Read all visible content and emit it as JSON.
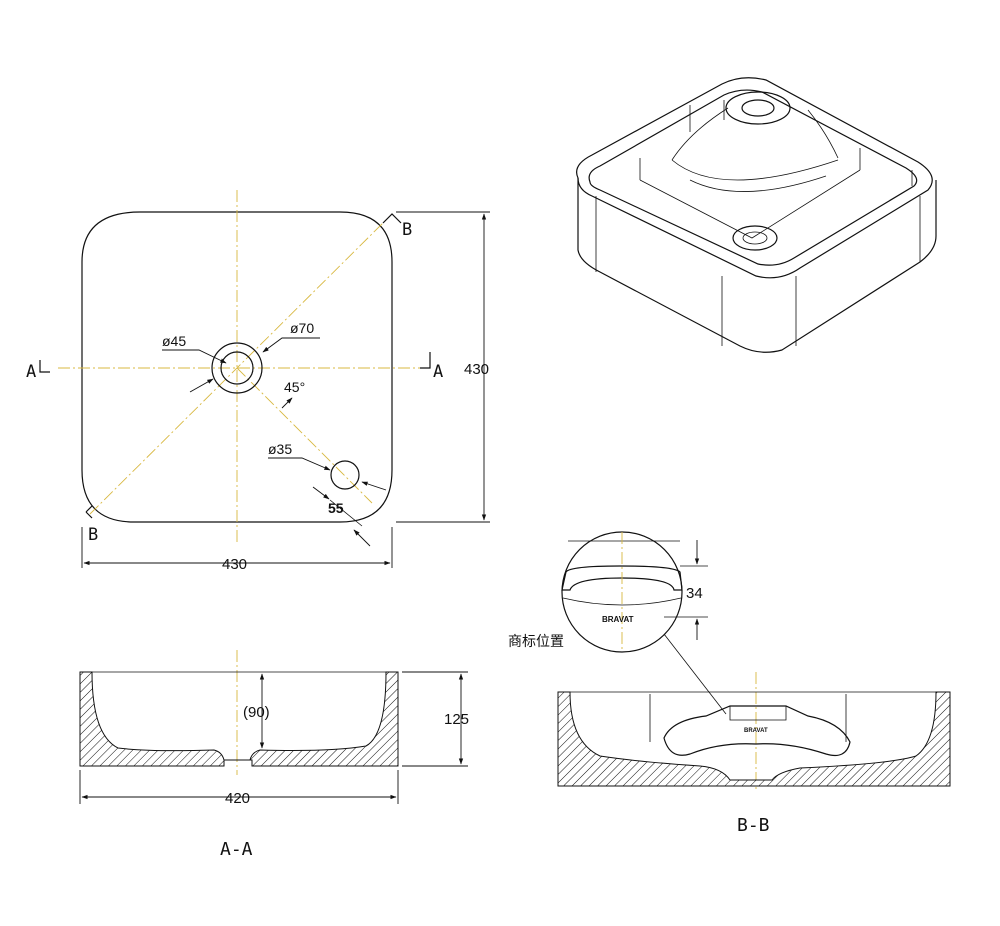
{
  "top_view": {
    "label_section_a_left": "A",
    "label_section_a_right": "A",
    "label_section_b_top": "B",
    "label_section_b_bottom": "B",
    "dim_width": "430",
    "dim_height": "430",
    "dim_drain": "ø45",
    "dim_drain_outer": "ø70",
    "dim_angle": "45°",
    "dim_overflow": "ø35",
    "dim_overflow_offset": "55"
  },
  "section_aa": {
    "dim_depth_inner": "(90)",
    "dim_height": "125",
    "dim_width": "420",
    "title": "A-A"
  },
  "section_bb": {
    "dim_logo_height": "34",
    "logo_text": "BRAVAT",
    "logo_note": "商标位置",
    "title": "B-B"
  },
  "colors": {
    "line": "#111111",
    "centerline": "#d8b840",
    "background": "#ffffff"
  }
}
